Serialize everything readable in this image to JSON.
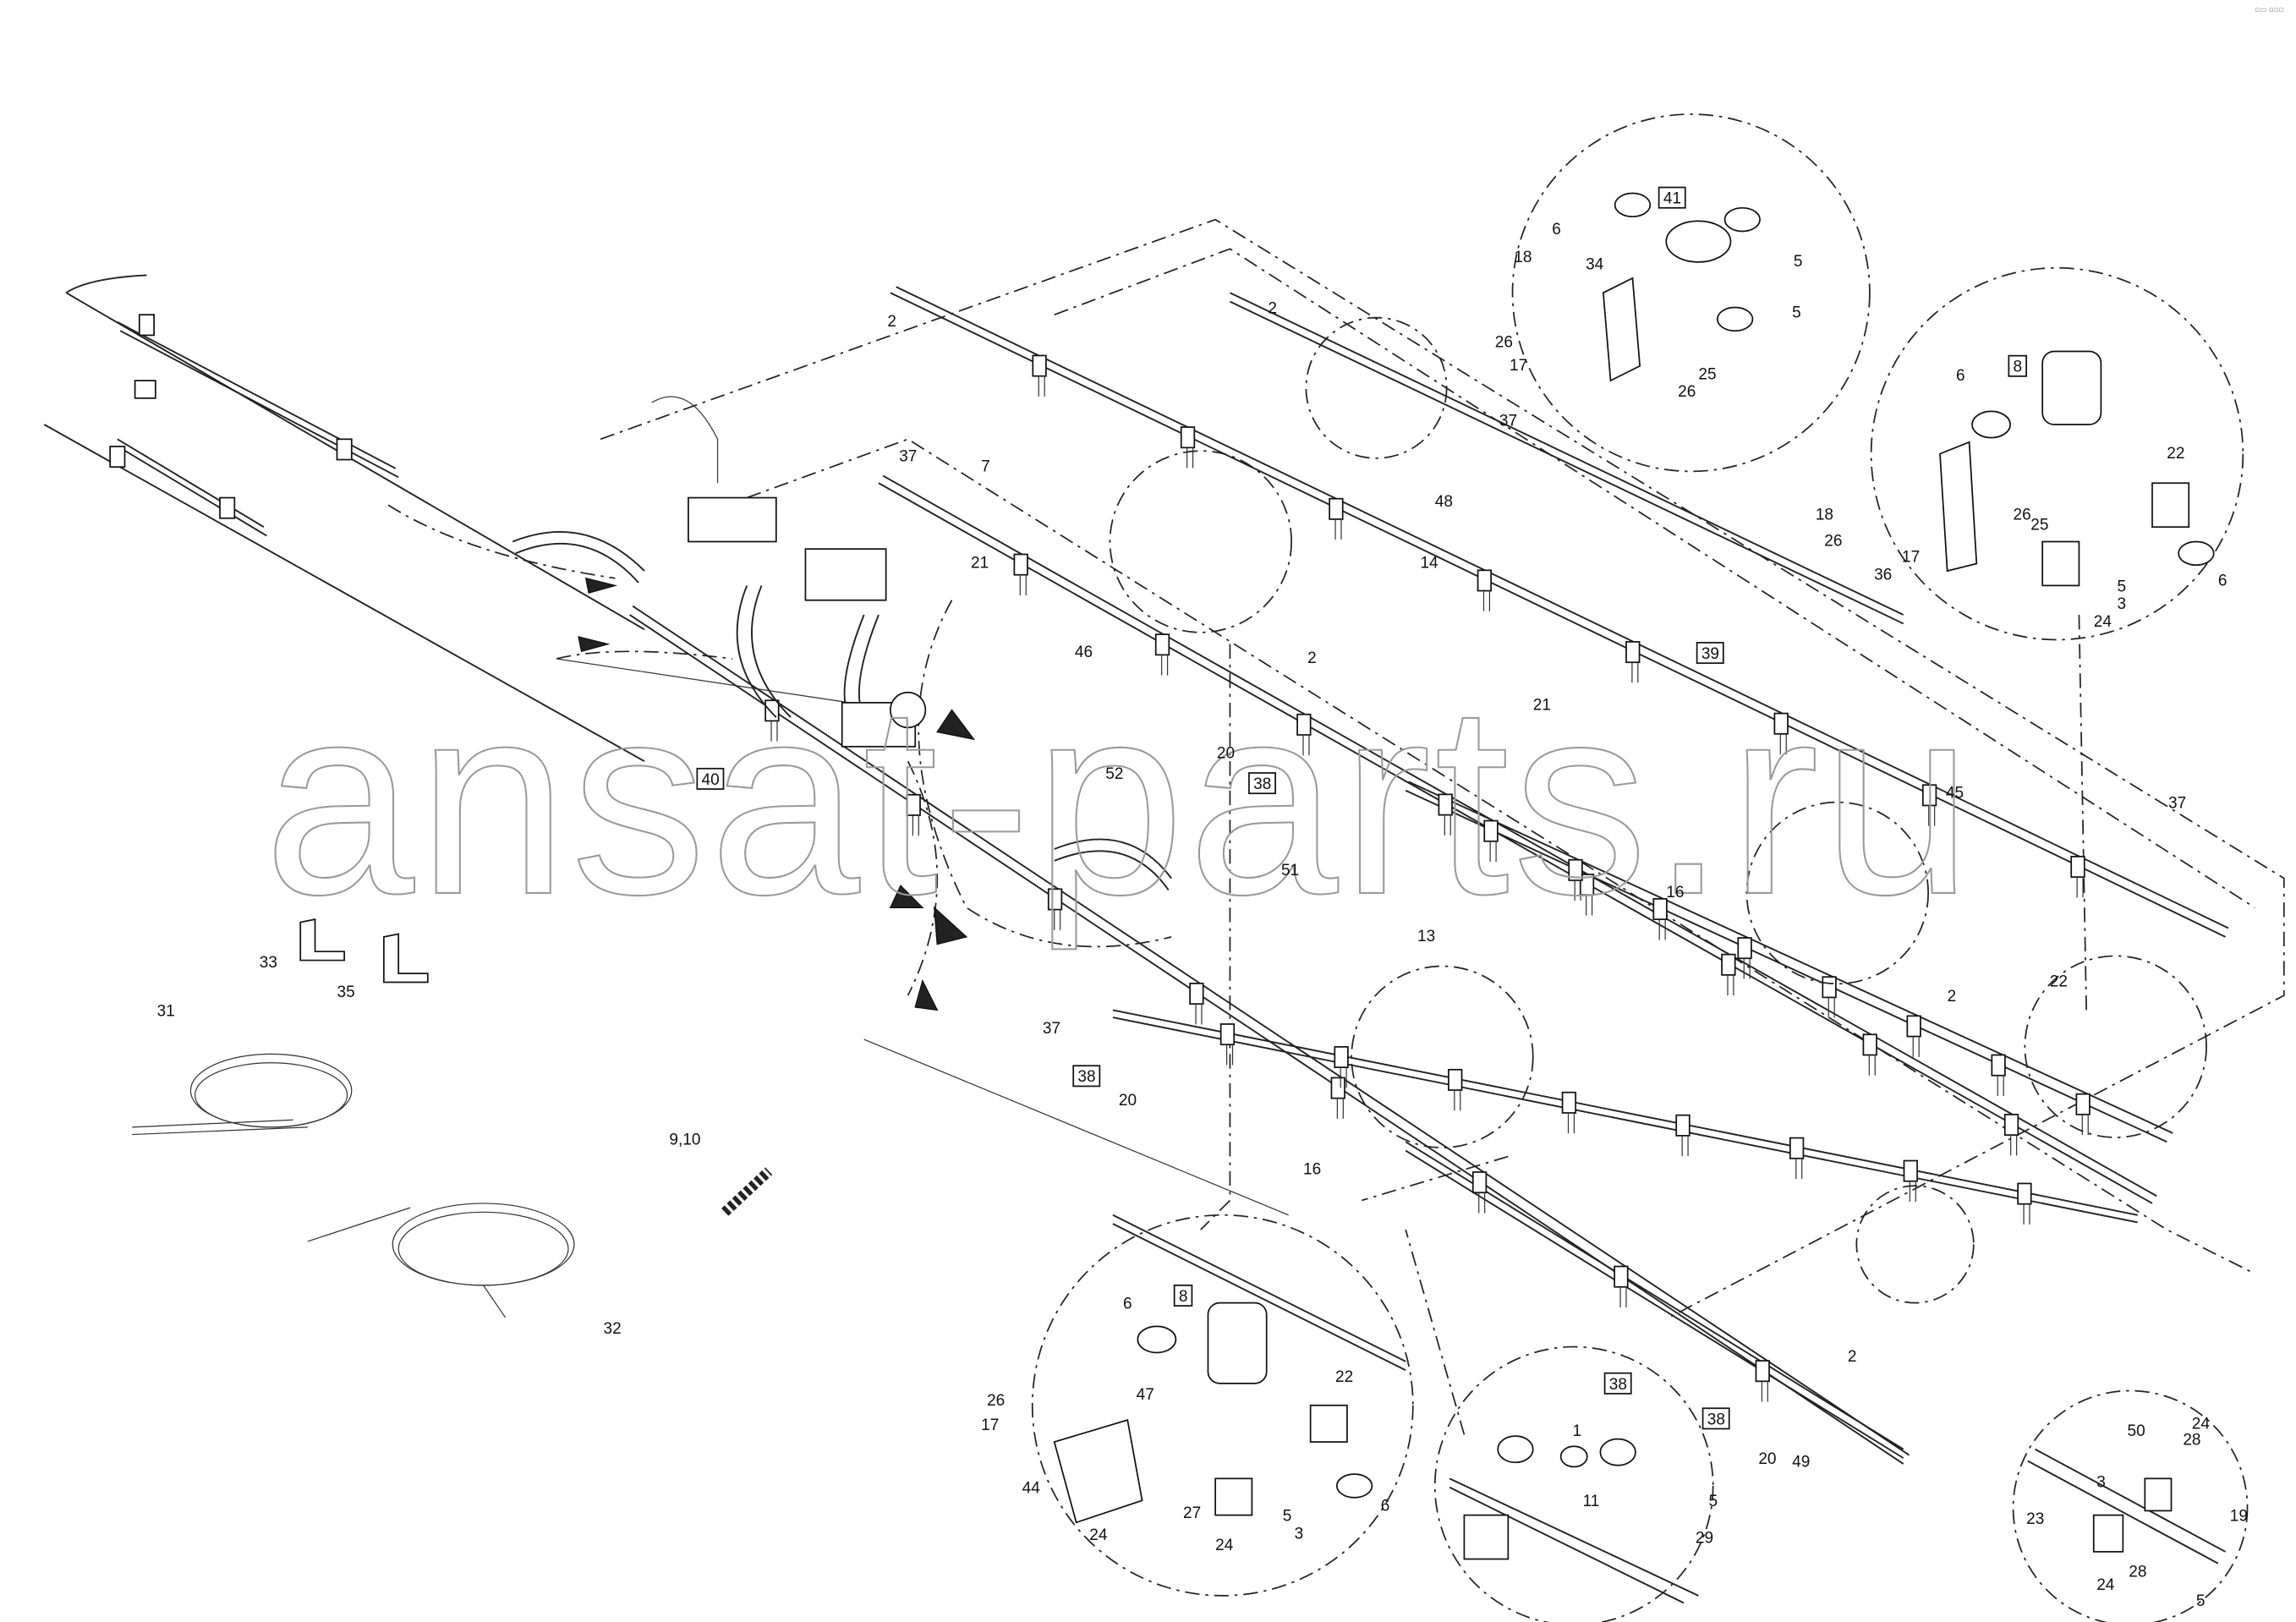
{
  "watermark": "ansat-parts.ru",
  "corner_mark": "▫▭ ▫▫▫",
  "callouts": [
    {
      "text": "6"
    },
    {
      "text": "41",
      "boxed": true
    },
    {
      "text": "5"
    },
    {
      "text": "18"
    },
    {
      "text": "34"
    },
    {
      "text": "5"
    },
    {
      "text": "26"
    },
    {
      "text": "17"
    },
    {
      "text": "25"
    },
    {
      "text": "26"
    },
    {
      "text": "2"
    },
    {
      "text": "2"
    },
    {
      "text": "8",
      "boxed": true
    },
    {
      "text": "6"
    },
    {
      "text": "22"
    },
    {
      "text": "18"
    },
    {
      "text": "26"
    },
    {
      "text": "26"
    },
    {
      "text": "25"
    },
    {
      "text": "17"
    },
    {
      "text": "36"
    },
    {
      "text": "5"
    },
    {
      "text": "3"
    },
    {
      "text": "6"
    },
    {
      "text": "24"
    },
    {
      "text": "37"
    },
    {
      "text": "48"
    },
    {
      "text": "14"
    },
    {
      "text": "37"
    },
    {
      "text": "7"
    },
    {
      "text": "21"
    },
    {
      "text": "46"
    },
    {
      "text": "2"
    },
    {
      "text": "39",
      "boxed": true
    },
    {
      "text": "21"
    },
    {
      "text": "20"
    },
    {
      "text": "38",
      "boxed": true
    },
    {
      "text": "52"
    },
    {
      "text": "40",
      "boxed": true
    },
    {
      "text": "45"
    },
    {
      "text": "37"
    },
    {
      "text": "51"
    },
    {
      "text": "16"
    },
    {
      "text": "13"
    },
    {
      "text": "33"
    },
    {
      "text": "35"
    },
    {
      "text": "2"
    },
    {
      "text": "22"
    },
    {
      "text": "37"
    },
    {
      "text": "38",
      "boxed": true
    },
    {
      "text": "20"
    },
    {
      "text": "31"
    },
    {
      "text": "16"
    },
    {
      "text": "9,10"
    },
    {
      "text": "32"
    },
    {
      "text": "8",
      "boxed": true
    },
    {
      "text": "6"
    },
    {
      "text": "22"
    },
    {
      "text": "26"
    },
    {
      "text": "47"
    },
    {
      "text": "17"
    },
    {
      "text": "44"
    },
    {
      "text": "27"
    },
    {
      "text": "24"
    },
    {
      "text": "24"
    },
    {
      "text": "5"
    },
    {
      "text": "3"
    },
    {
      "text": "6"
    },
    {
      "text": "1"
    },
    {
      "text": "11"
    },
    {
      "text": "5"
    },
    {
      "text": "29"
    },
    {
      "text": "38",
      "boxed": true
    },
    {
      "text": "38",
      "boxed": true
    },
    {
      "text": "2"
    },
    {
      "text": "20"
    },
    {
      "text": "49"
    },
    {
      "text": "50"
    },
    {
      "text": "24"
    },
    {
      "text": "28"
    },
    {
      "text": "3"
    },
    {
      "text": "19"
    },
    {
      "text": "23"
    },
    {
      "text": "24"
    },
    {
      "text": "28"
    },
    {
      "text": "5"
    }
  ]
}
